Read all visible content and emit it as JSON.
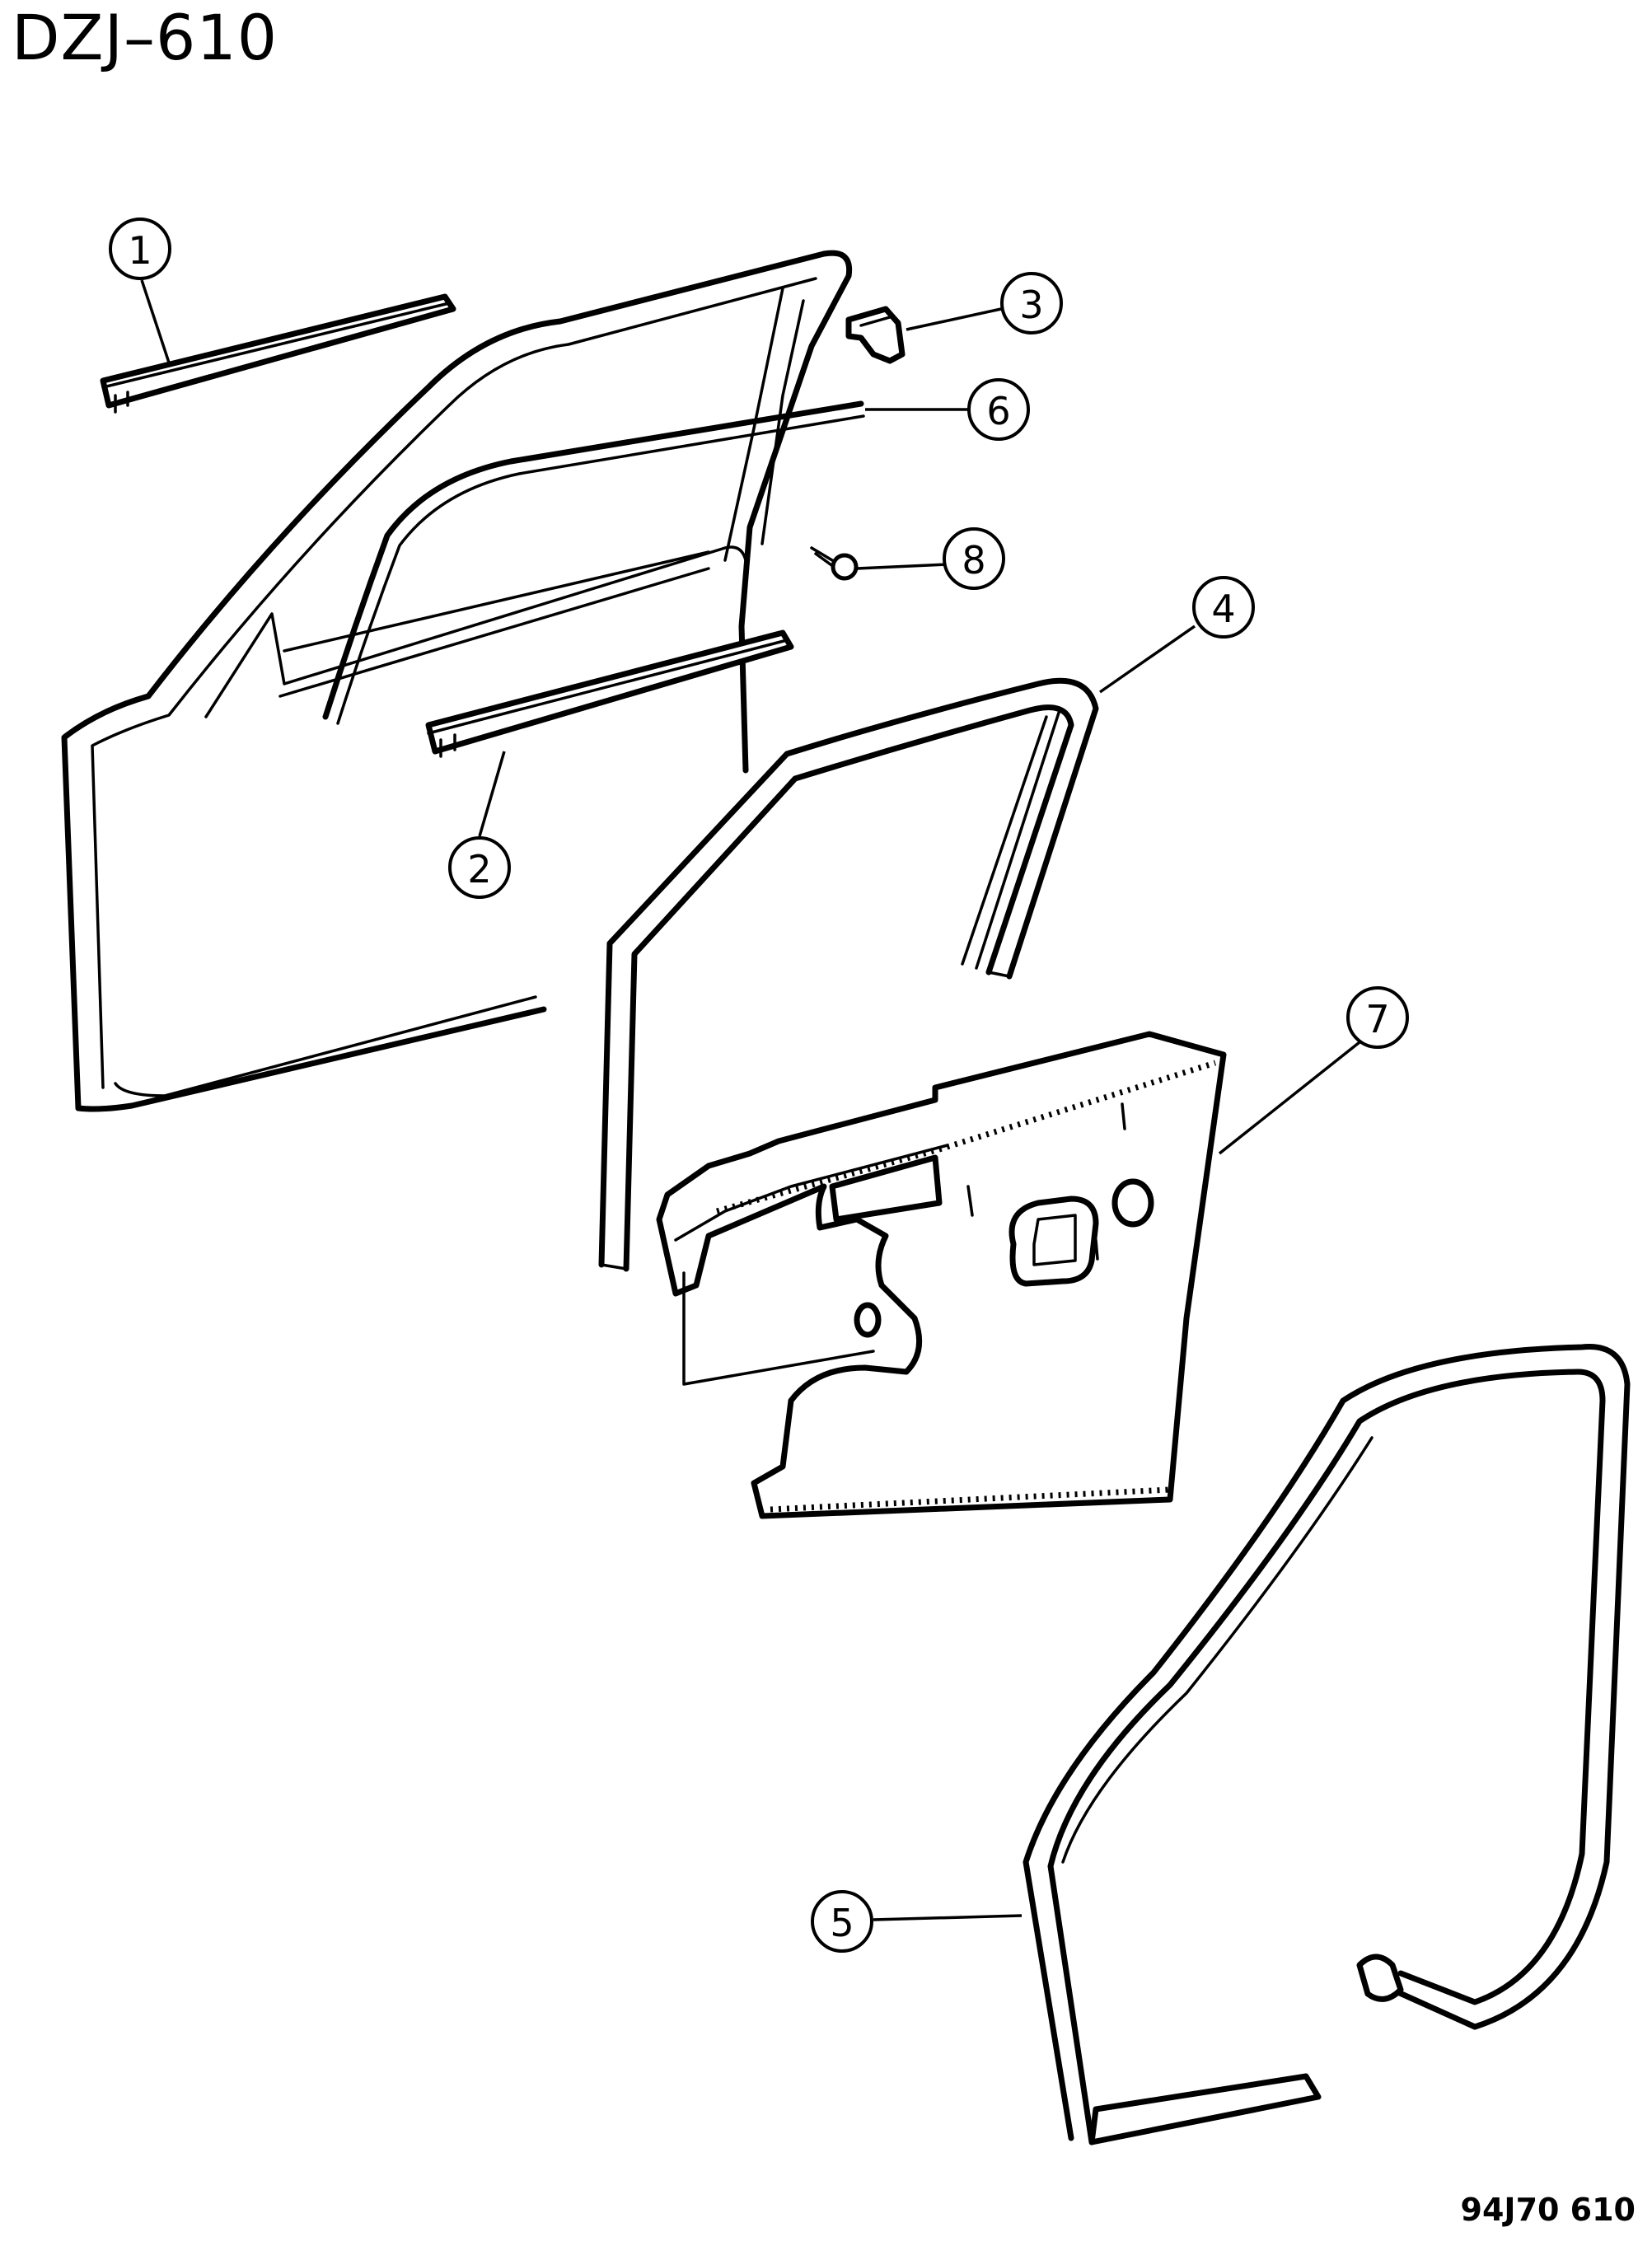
{
  "diagram": {
    "title": "DZJ–610",
    "code": "94J70  610"
  },
  "callouts": [
    {
      "id": "1",
      "label": "1"
    },
    {
      "id": "2",
      "label": "2"
    },
    {
      "id": "3",
      "label": "3"
    },
    {
      "id": "4",
      "label": "4"
    },
    {
      "id": "5",
      "label": "5"
    },
    {
      "id": "6",
      "label": "6"
    },
    {
      "id": "7",
      "label": "7"
    },
    {
      "id": "8",
      "label": "8"
    }
  ]
}
